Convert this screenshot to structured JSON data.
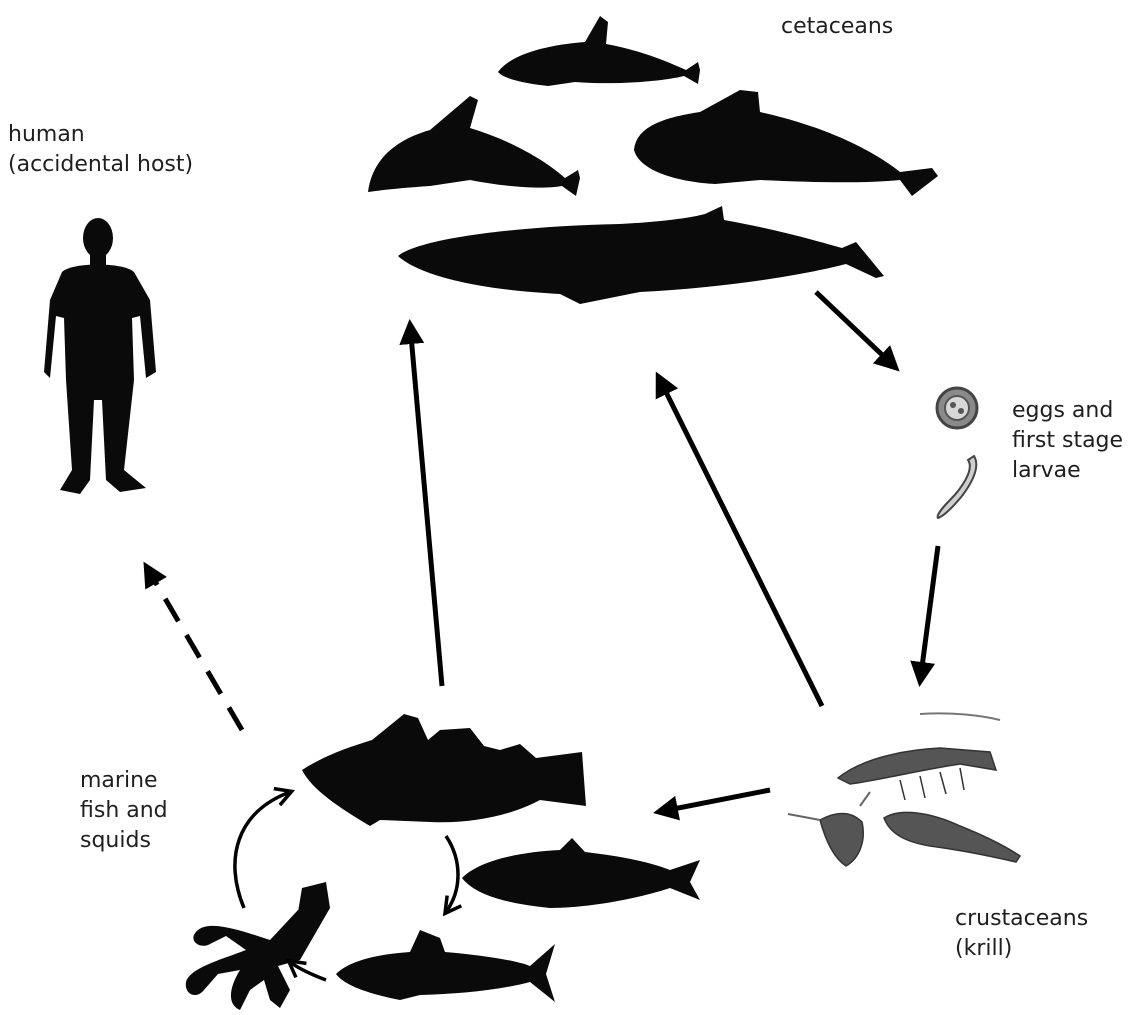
{
  "labels": {
    "cetaceans": "cetaceans",
    "human": [
      "human",
      "(accidental host)"
    ],
    "eggs": [
      "eggs and",
      "first stage",
      "larvae"
    ],
    "fish": [
      "marine",
      "fish and",
      "squids"
    ],
    "crustaceans": [
      "crustaceans",
      "(krill)"
    ]
  },
  "colors": {
    "silhouette": "#0a0a0a",
    "arrow": "#000000",
    "text": "#1f1f1f",
    "krill": "#555555"
  }
}
